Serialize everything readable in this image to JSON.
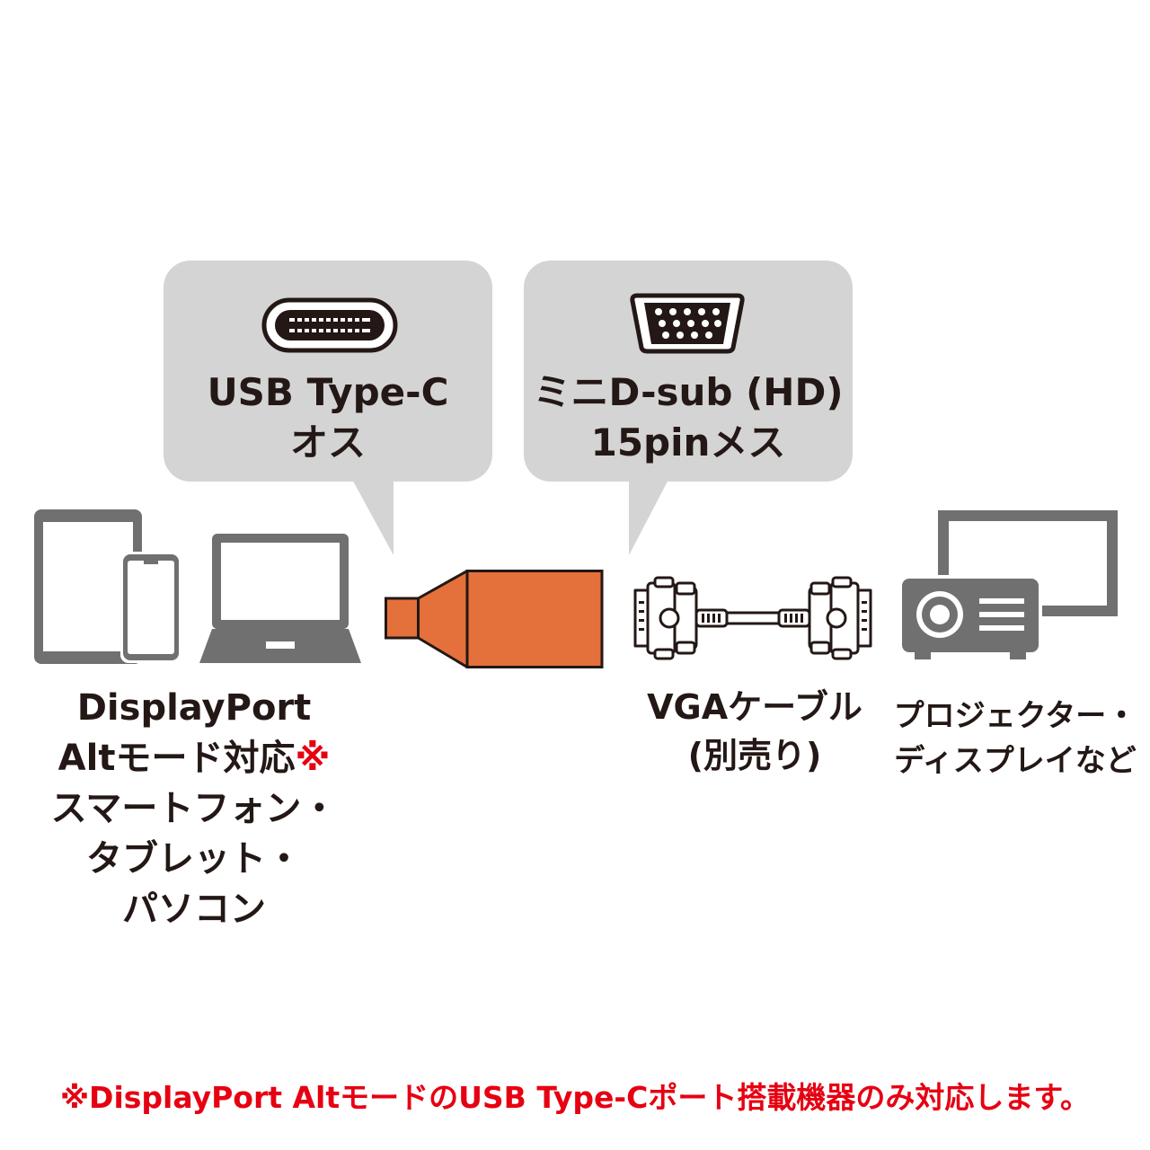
{
  "colors": {
    "bubble": "#d4d4d4",
    "device": "#707070",
    "adapter": "#e4703b",
    "accent_red": "#e60012",
    "text": "#231815"
  },
  "callouts": {
    "usb_c": {
      "icon": "usb-c-port-icon",
      "line1": "USB Type-C",
      "line2": "オス"
    },
    "vga": {
      "icon": "vga-port-icon",
      "line1": "ミニD-sub (HD)",
      "line2": "15pinメス"
    }
  },
  "source_devices": {
    "icons": [
      "tablet-icon",
      "smartphone-icon",
      "laptop-icon"
    ],
    "line1": "DisplayPort",
    "line2_main": "Altモード対応",
    "line2_mark": "※",
    "line3": "スマートフォン・",
    "line4": "タブレット・",
    "line5": "パソコン"
  },
  "adapter": {
    "icon": "usb-c-to-vga-adapter-icon"
  },
  "cable": {
    "icon": "vga-cable-icon",
    "line1": "VGAケーブル",
    "line2": "(別売り)"
  },
  "output_devices": {
    "icons": [
      "monitor-icon",
      "projector-icon"
    ],
    "line1": "プロジェクター・",
    "line2": "ディスプレイなど"
  },
  "footnote": {
    "mark": "※",
    "text": "DisplayPort AltモードのUSB Type-Cポート搭載機器のみ対応します。"
  }
}
